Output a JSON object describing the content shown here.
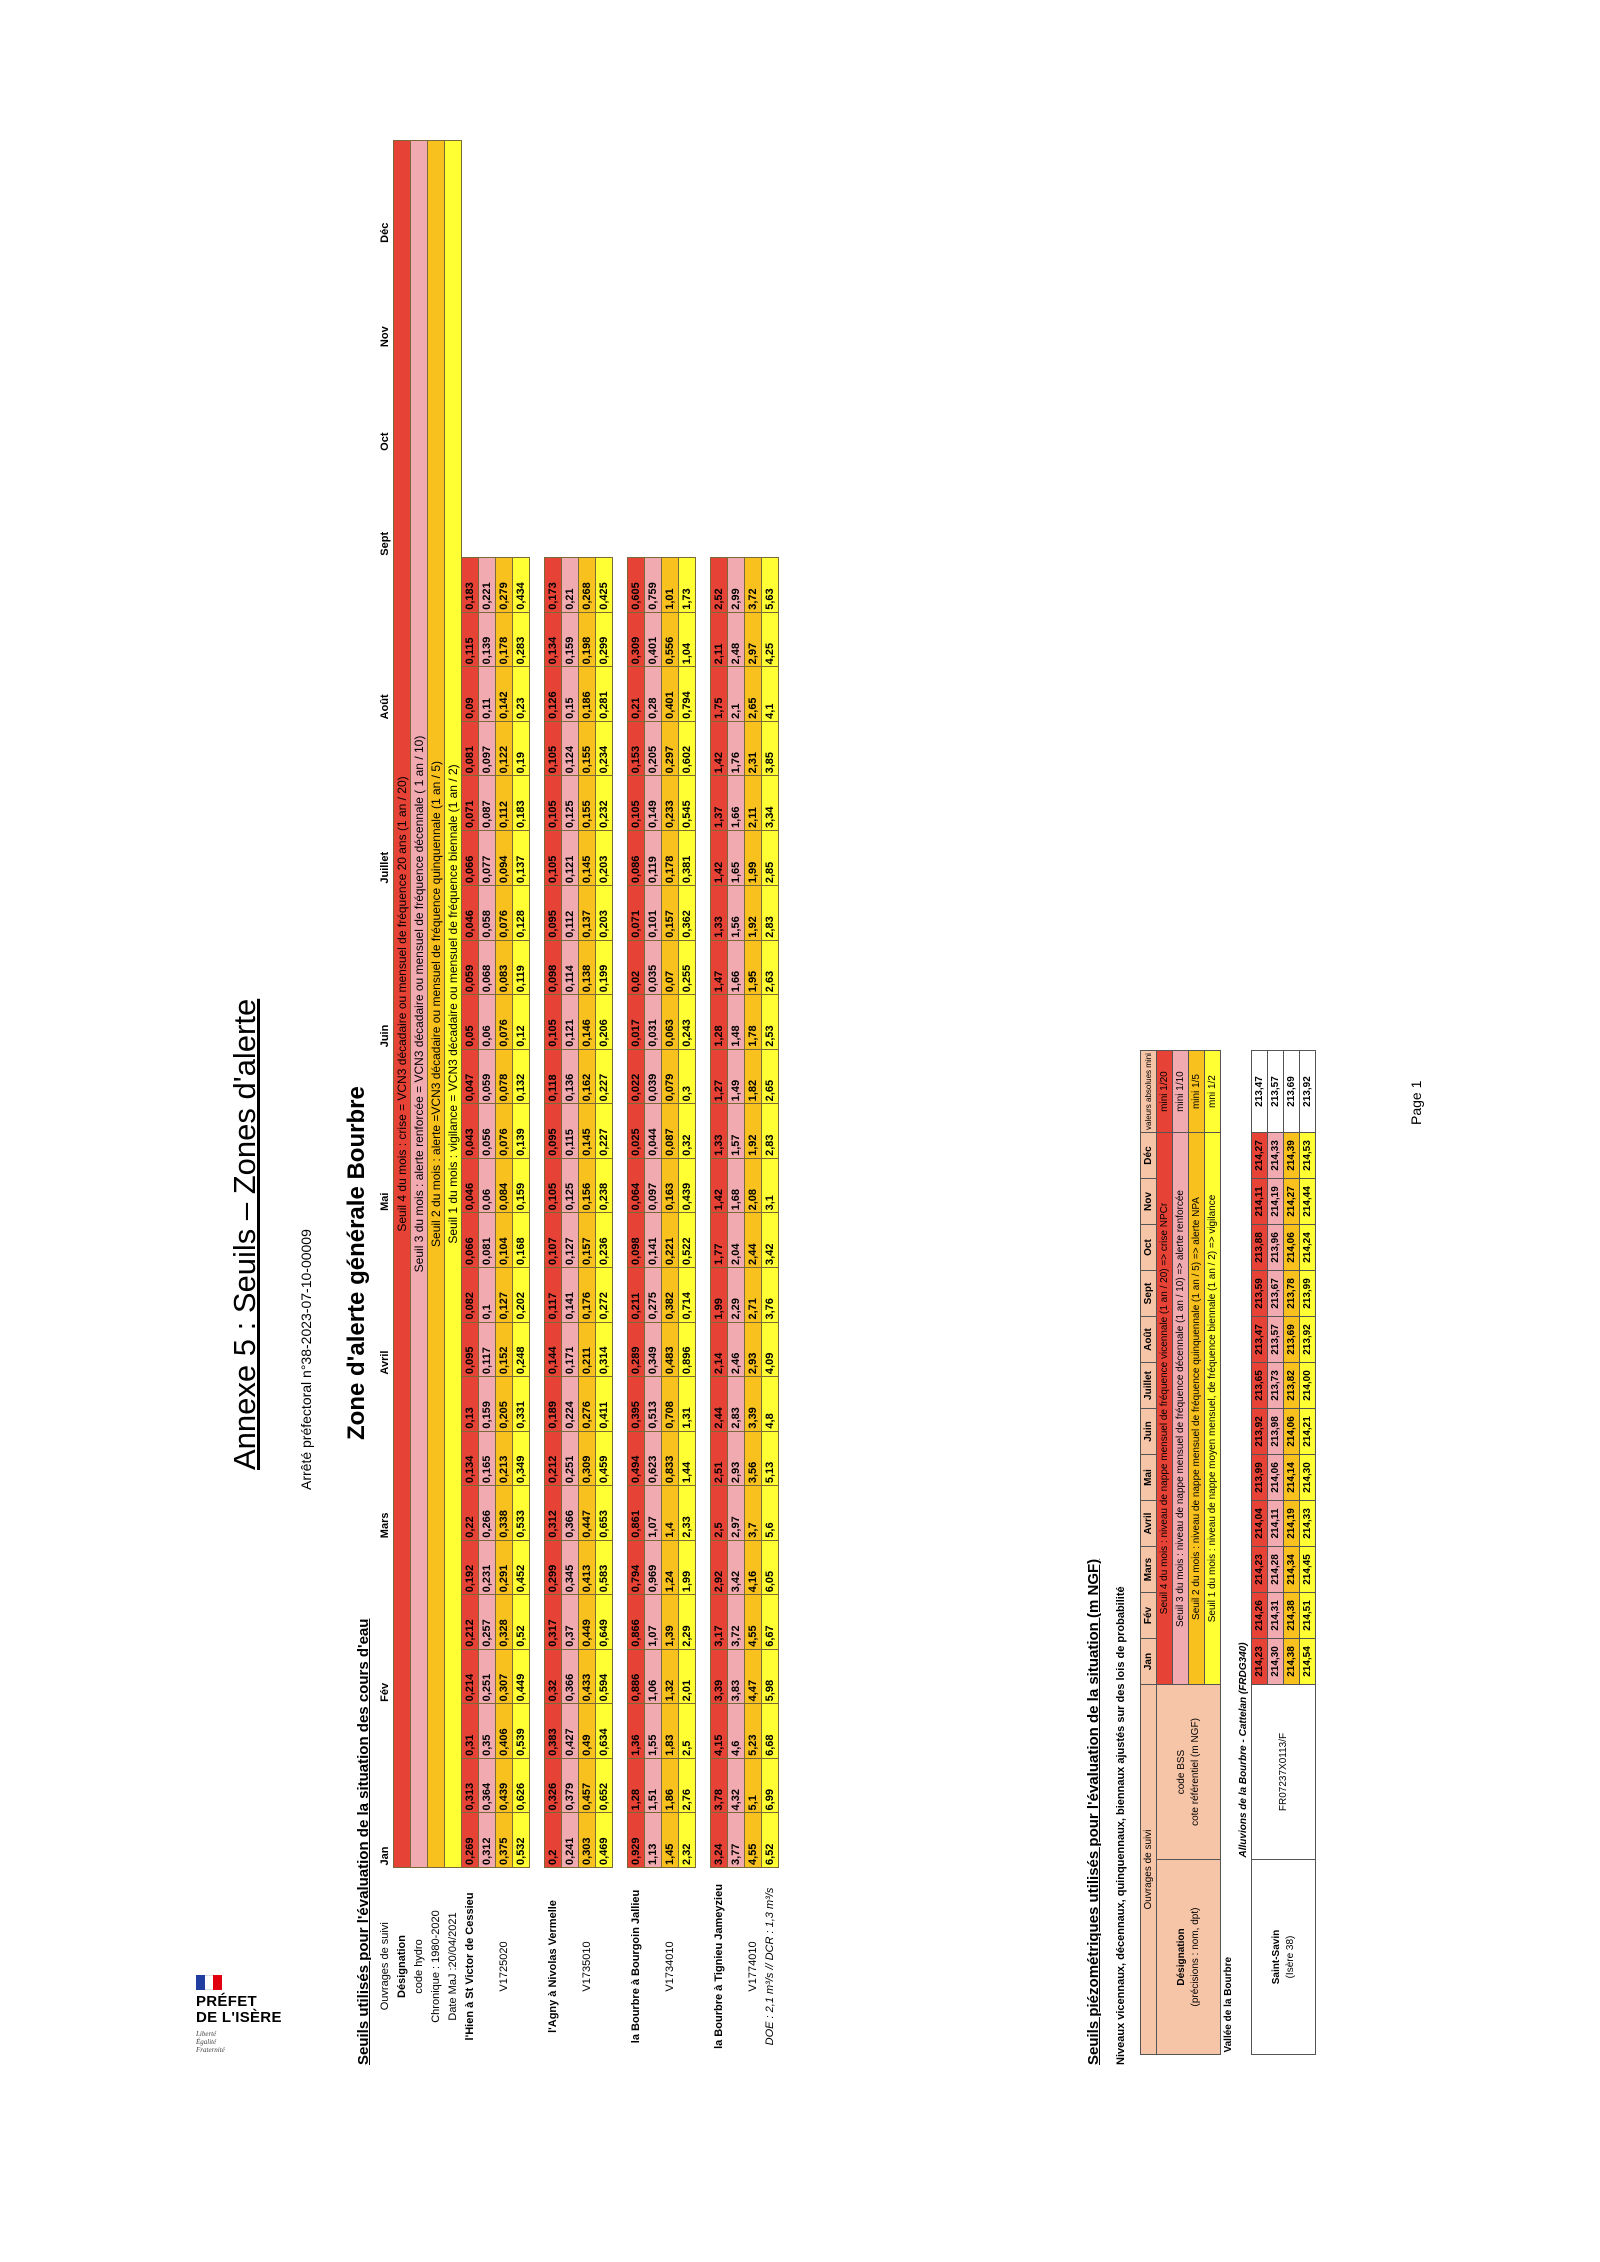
{
  "header": {
    "logo_line1": "PRÉFET",
    "logo_line2": "DE L'ISÈRE",
    "motto": [
      "Liberté",
      "Égalité",
      "Fraternité"
    ],
    "flag_colors": [
      "#1f3ea0",
      "#ffffff",
      "#e1000f"
    ]
  },
  "document": {
    "title": "Annexe 5 : Seuils – Zones d'alerte",
    "arrete": "Arrêté préfectoral n°38-2023-07-10-00009",
    "zone_title": "Zone d'alerte générale Bourbre",
    "page": "Page 1"
  },
  "colors": {
    "seuil4": "#e64336",
    "seuil3": "#f2aab1",
    "seuil2": "#f8c11e",
    "seuil1": "#ffff33",
    "header_fill": "#f6c4a6"
  },
  "rivers": {
    "section_title": "Seuils utilisés pour l'évaluation de la situation des cours d'eau",
    "head_labels": [
      "Ouvrages de suivi",
      "Désignation",
      "code hydro",
      "Chronique : 1980-2020",
      "Date MaJ :20/04/2021"
    ],
    "months_header": [
      "Jan",
      "",
      "",
      "Fév",
      "",
      "",
      "Mars",
      "",
      "",
      "Avril",
      "",
      "",
      "Mai",
      "",
      "",
      "Juin",
      "",
      "",
      "Juillet",
      "",
      "",
      "Août",
      "",
      "",
      "Sept",
      "",
      "",
      "Oct",
      "",
      "",
      "Nov",
      "",
      "",
      "Déc",
      "",
      ""
    ],
    "legend": [
      "Seuil 4 du mois : crise = VCN3 décadaire ou mensuel de fréquence 20 ans (1 an / 20)",
      "Seuil 3 du mois : alerte renforcée = VCN3 décadaire ou mensuel de fréquence décennale ( 1 an / 10)",
      "Seuil 2 du mois : alerte =VCN3 décadaire ou mensuel de fréquence quinquennale (1 an / 5)",
      "Seuil 1 du mois : vigilance = VCN3 décadaire ou mensuel de fréquence biennale (1 an / 2)"
    ],
    "stations": [
      {
        "name": "l'Hien à St Victor de Cessieu",
        "code": "V1725020",
        "note": "",
        "rows": [
          [
            "0,269",
            "0,313",
            "0,31",
            "0,214",
            "0,212",
            "0,192",
            "0,22",
            "0,134",
            "0,13",
            "0,095",
            "0,082",
            "0,066",
            "0,046",
            "0,043",
            "0,047",
            "0,05",
            "0,059",
            "0,046",
            "0,066",
            "0,071",
            "0,081",
            "0,09",
            "0,115",
            "0,183"
          ],
          [
            "0,312",
            "0,364",
            "0,35",
            "0,251",
            "0,257",
            "0,231",
            "0,266",
            "0,165",
            "0,159",
            "0,117",
            "0,1",
            "0,081",
            "0,06",
            "0,056",
            "0,059",
            "0,06",
            "0,068",
            "0,058",
            "0,077",
            "0,087",
            "0,097",
            "0,11",
            "0,139",
            "0,221"
          ],
          [
            "0,375",
            "0,439",
            "0,406",
            "0,307",
            "0,328",
            "0,291",
            "0,338",
            "0,213",
            "0,205",
            "0,152",
            "0,127",
            "0,104",
            "0,084",
            "0,076",
            "0,078",
            "0,076",
            "0,083",
            "0,076",
            "0,094",
            "0,112",
            "0,122",
            "0,142",
            "0,178",
            "0,279"
          ],
          [
            "0,532",
            "0,626",
            "0,539",
            "0,449",
            "0,52",
            "0,452",
            "0,533",
            "0,349",
            "0,331",
            "0,248",
            "0,202",
            "0,168",
            "0,159",
            "0,139",
            "0,132",
            "0,12",
            "0,119",
            "0,128",
            "0,137",
            "0,183",
            "0,19",
            "0,23",
            "0,283",
            "0,434"
          ]
        ]
      },
      {
        "name": "l'Agny à Nivolas Vermelle",
        "code": "V1735010",
        "note": "",
        "rows": [
          [
            "0,2",
            "0,326",
            "0,383",
            "0,32",
            "0,317",
            "0,299",
            "0,312",
            "0,212",
            "0,189",
            "0,144",
            "0,117",
            "0,107",
            "0,105",
            "0,095",
            "0,118",
            "0,105",
            "0,098",
            "0,095",
            "0,105",
            "0,105",
            "0,105",
            "0,126",
            "0,134",
            "0,173"
          ],
          [
            "0,241",
            "0,379",
            "0,427",
            "0,366",
            "0,37",
            "0,345",
            "0,366",
            "0,251",
            "0,224",
            "0,171",
            "0,141",
            "0,127",
            "0,125",
            "0,115",
            "0,136",
            "0,121",
            "0,114",
            "0,112",
            "0,121",
            "0,125",
            "0,124",
            "0,15",
            "0,159",
            "0,21"
          ],
          [
            "0,303",
            "0,457",
            "0,49",
            "0,433",
            "0,449",
            "0,413",
            "0,447",
            "0,309",
            "0,276",
            "0,211",
            "0,176",
            "0,157",
            "0,156",
            "0,145",
            "0,162",
            "0,146",
            "0,138",
            "0,137",
            "0,145",
            "0,155",
            "0,155",
            "0,186",
            "0,198",
            "0,268"
          ],
          [
            "0,469",
            "0,652",
            "0,634",
            "0,594",
            "0,649",
            "0,583",
            "0,653",
            "0,459",
            "0,411",
            "0,314",
            "0,272",
            "0,236",
            "0,238",
            "0,227",
            "0,227",
            "0,206",
            "0,199",
            "0,203",
            "0,203",
            "0,232",
            "0,234",
            "0,281",
            "0,299",
            "0,425"
          ]
        ]
      },
      {
        "name": "la Bourbre à Bourgoin Jallieu",
        "code": "V1734010",
        "note": "",
        "rows": [
          [
            "0,929",
            "1,28",
            "1,36",
            "0,886",
            "0,866",
            "0,794",
            "0,861",
            "0,494",
            "0,395",
            "0,289",
            "0,211",
            "0,098",
            "0,064",
            "0,025",
            "0,022",
            "0,017",
            "0,02",
            "0,071",
            "0,086",
            "0,105",
            "0,153",
            "0,21",
            "0,309",
            "0,605"
          ],
          [
            "1,13",
            "1,51",
            "1,55",
            "1,06",
            "1,07",
            "0,969",
            "1,07",
            "0,623",
            "0,513",
            "0,349",
            "0,275",
            "0,141",
            "0,097",
            "0,044",
            "0,039",
            "0,031",
            "0,035",
            "0,101",
            "0,119",
            "0,149",
            "0,205",
            "0,28",
            "0,401",
            "0,759"
          ],
          [
            "1,45",
            "1,86",
            "1,83",
            "1,32",
            "1,39",
            "1,24",
            "1,4",
            "0,833",
            "0,708",
            "0,483",
            "0,382",
            "0,221",
            "0,163",
            "0,087",
            "0,079",
            "0,063",
            "0,07",
            "0,157",
            "0,178",
            "0,233",
            "0,297",
            "0,401",
            "0,556",
            "1,01"
          ],
          [
            "2,32",
            "2,76",
            "2,5",
            "2,01",
            "2,29",
            "1,99",
            "2,33",
            "1,44",
            "1,31",
            "0,896",
            "0,714",
            "0,522",
            "0,439",
            "0,32",
            "0,3",
            "0,243",
            "0,255",
            "0,362",
            "0,381",
            "0,545",
            "0,602",
            "0,794",
            "1,04",
            "1,73"
          ]
        ]
      },
      {
        "name": "la Bourbre à Tignieu Jameyzieu",
        "code": "V1774010",
        "note": "DOE : 2,1 m³/s // DCR : 1,3 m³/s",
        "rows": [
          [
            "3,24",
            "3,78",
            "4,15",
            "3,39",
            "3,17",
            "2,92",
            "2,5",
            "2,51",
            "2,44",
            "2,14",
            "1,99",
            "1,77",
            "1,42",
            "1,33",
            "1,27",
            "1,28",
            "1,47",
            "1,33",
            "1,42",
            "1,37",
            "1,42",
            "1,75",
            "2,11",
            "2,52"
          ],
          [
            "3,77",
            "4,32",
            "4,6",
            "3,83",
            "3,72",
            "3,42",
            "2,97",
            "2,93",
            "2,83",
            "2,46",
            "2,29",
            "2,04",
            "1,68",
            "1,57",
            "1,49",
            "1,48",
            "1,66",
            "1,56",
            "1,65",
            "1,66",
            "1,76",
            "2,1",
            "2,48",
            "2,99"
          ],
          [
            "4,55",
            "5,1",
            "5,23",
            "4,47",
            "4,55",
            "4,16",
            "3,7",
            "3,56",
            "3,39",
            "2,93",
            "2,71",
            "2,44",
            "2,08",
            "1,92",
            "1,82",
            "1,78",
            "1,95",
            "1,92",
            "1,99",
            "2,11",
            "2,31",
            "2,65",
            "2,97",
            "3,72"
          ],
          [
            "6,52",
            "6,99",
            "6,68",
            "5,98",
            "6,67",
            "6,05",
            "5,6",
            "5,13",
            "4,8",
            "4,09",
            "3,76",
            "3,42",
            "3,1",
            "2,83",
            "2,65",
            "2,53",
            "2,63",
            "2,83",
            "2,85",
            "3,34",
            "3,85",
            "4,1",
            "4,25",
            "5,63"
          ]
        ]
      }
    ]
  },
  "piezo": {
    "section_title": "Seuils piézométriques utilisés pour l'évaluation de la situation (m NGF)",
    "subtitle": "Niveaux vicennaux, décennaux, quinquennaux, biennaux ajustés sur des lois de probabilité",
    "head_left": "Ouvrages de suivi",
    "designation": "Désignation",
    "designation_detail": "(précisions : nom, dpt)",
    "code_bss_label": "code BSS",
    "cote_label": "cote référentiel (m NGF)",
    "months": [
      "Jan",
      "Fév",
      "Mars",
      "Avril",
      "Mai",
      "Juin",
      "Juillet",
      "Août",
      "Sept",
      "Oct",
      "Nov",
      "Déc"
    ],
    "abs_header": "valeurs absolues mini",
    "legend": [
      "Seuil 4 du mois : niveau de nappe mensuel de fréquence vicennale (1 an / 20) => crise NPCr",
      "Seuil 3 du mois : niveau de nappe mensuel de fréquence décennale (1 an / 10) => alerte renforcée",
      "Seuil 2 du mois : niveau de nappe mensuel de fréquence quinquennale (1 an / 5) => alerte NPA",
      "Seuil 1 du mois : niveau de nappe moyen mensuel, de fréquence biennale (1 an / 2) => vigilance"
    ],
    "legend_mini": [
      "mini 1/20",
      "mini 1/10",
      "mini 1/5",
      "mni 1/2"
    ],
    "valley": "Vallée de la Bourbre",
    "aquifer": "Alluvions de la Bourbre - Cattelan (FRDG340)",
    "site": "Saint-Savin",
    "site_detail": "(Isère 38)",
    "code_bss": "FR07237X0113/F",
    "rows": [
      [
        "214,23",
        "214,26",
        "214,23",
        "214,04",
        "213,99",
        "213,92",
        "213,65",
        "213,47",
        "213,59",
        "213,88",
        "214,11",
        "214,27"
      ],
      [
        "214,30",
        "214,31",
        "214,28",
        "214,11",
        "214,06",
        "213,98",
        "213,73",
        "213,57",
        "213,67",
        "213,96",
        "214,19",
        "214,33"
      ],
      [
        "214,38",
        "214,38",
        "214,34",
        "214,19",
        "214,14",
        "214,06",
        "213,82",
        "213,69",
        "213,78",
        "214,06",
        "214,27",
        "214,39"
      ],
      [
        "214,54",
        "214,51",
        "214,45",
        "214,33",
        "214,30",
        "214,21",
        "214,00",
        "213,92",
        "213,99",
        "214,24",
        "214,44",
        "214,53"
      ]
    ],
    "abs_values": [
      "213,47",
      "213,57",
      "213,69",
      "213,92"
    ]
  }
}
